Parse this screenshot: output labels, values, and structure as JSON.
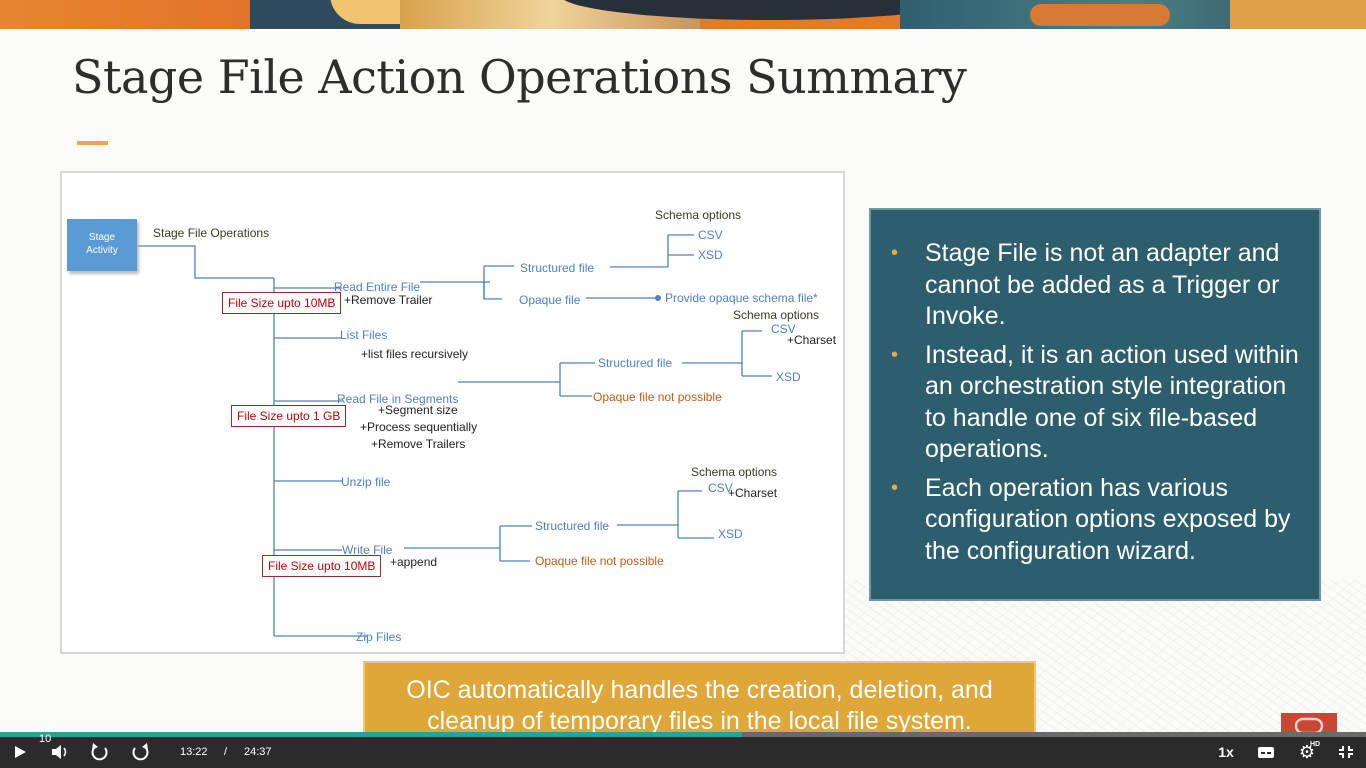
{
  "slide": {
    "title": "Stage File Action Operations Summary",
    "accent_color": "#f0a841",
    "diagram": {
      "stage_activity": [
        "Stage",
        "Activity"
      ],
      "root_label": "Stage File Operations",
      "operations": {
        "read_entire_file": "Read Entire File",
        "list_files": "List Files",
        "read_file_in_segments": "Read File in Segments",
        "unzip_file": "Unzip file",
        "write_file": "Write File",
        "zip_files": "Zip Files"
      },
      "size_limits": {
        "read_entire": "File Size upto 10MB",
        "read_segments": "File Size upto 1 GB",
        "write": "File Size upto 10MB"
      },
      "options": {
        "remove_trailer": "+Remove Trailer",
        "list_recursive": "+list files recursively",
        "segment_size": "+Segment size",
        "process_sequentially": "+Process sequentially",
        "remove_trailers": "+Remove Trailers",
        "append": "+append"
      },
      "read_entire_branch": {
        "structured": "Structured file",
        "opaque": "Opaque file",
        "schema_options": "Schema options",
        "csv": "CSV",
        "xsd": "XSD",
        "provide_opaque": "Provide opaque schema file*"
      },
      "segments_branch": {
        "schema_options": "Schema options",
        "csv": "CSV",
        "charset": "+Charset",
        "structured": "Structured file",
        "xsd": "XSD",
        "opaque_not_possible": "Opaque file not possible"
      },
      "write_branch": {
        "schema_options": "Schema options",
        "csv": "CSV",
        "charset": "+Charset",
        "structured": "Structured file",
        "xsd": "XSD",
        "opaque_not_possible": "Opaque file not possible"
      }
    },
    "bullets": [
      "Stage File is not an adapter and cannot be added as a Trigger or Invoke.",
      "Instead, it is an action used within an orchestration style integration to handle one of six file-based operations.",
      "Each operation has various configuration options exposed by the configuration wizard."
    ],
    "caption": "OIC automatically handles the creation, deletion, and cleanup of temporary files in the local file system.",
    "panel_color": "#2c5e6e",
    "caption_color": "#dfa63a"
  },
  "player": {
    "chapter_number": "10",
    "current_time": "13:22",
    "separator": "/",
    "duration": "24:37",
    "speed": "1x",
    "progress_fraction": 0.543,
    "hd_badge": "HD",
    "accent_color": "#2aa394",
    "icons": {
      "play": "play-icon",
      "volume": "volume-icon",
      "rewind": "rewind-icon",
      "forward": "forward-icon",
      "captions": "captions-icon",
      "settings": "gear-icon",
      "fullscreen": "exit-fullscreen-icon"
    }
  }
}
